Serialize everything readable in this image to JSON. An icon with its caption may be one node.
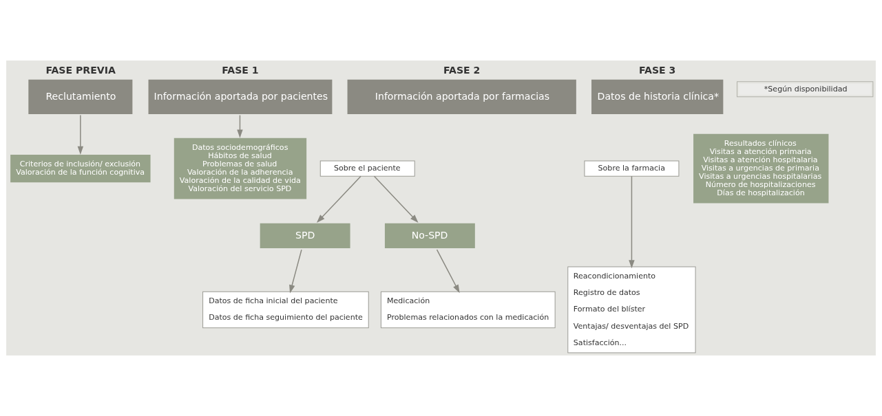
{
  "diagram": {
    "nodes": [
      {
        "text": [
          "FASE PREVIA",
          "Reclutamiento"
        ]
      },
      {
        "text": [
          "Criterios de inclusión/ exclusión",
          "Valoración de la función cognitiva"
        ]
      },
      {
        "text": [
          "FASE 1",
          "Información aportada por pacientes"
        ]
      },
      {
        "text": [
          "Datos sociodemográficos",
          "Hábitos de salud",
          "Problemas de salud",
          "Valoración de la adherencia",
          "Valoración de la calidad de vida",
          "Valoración del servicio SPD"
        ]
      },
      {
        "text": [
          "FASE 2",
          "Información aportada por farmacias"
        ]
      },
      {
        "text": [
          "Sobre el paciente"
        ]
      },
      {
        "text": [
          "Sobre la farmacia"
        ]
      },
      {
        "text": [
          "SPD"
        ]
      },
      {
        "text": [
          "No-SPD"
        ]
      },
      {
        "text": [
          "Datos de ficha inicial del paciente",
          "Datos de ficha seguimiento del paciente"
        ]
      },
      {
        "text": [
          "Medicación",
          "Problemas relacionados con la medicación"
        ]
      },
      {
        "text": [
          "Reacondicionamiento",
          "Registro de datos",
          "Formato del blíster",
          "Ventajas/ desventajas del SPD",
          "Satisfacción..."
        ]
      },
      {
        "text": [
          "FASE 3",
          "Datos de historia clínica*"
        ]
      },
      {
        "text": [
          "Resultados clínicos",
          "Visitas a atención primaria",
          "Visitas a atención hospitalaria",
          "Visitas a urgencias de primaria",
          "Visitas a urgencias hospitalarias",
          "Número de hospitalizaciones",
          "Días de hospitalización"
        ]
      },
      {
        "text": [
          "*Según disponibilidad"
        ]
      }
    ],
    "edges": [
      {
        "from": 0,
        "to": 1,
        "arrow": "to"
      },
      {
        "from": 2,
        "to": 3,
        "arrow": "to"
      },
      {
        "from": 5,
        "to": 7,
        "arrow": "to"
      },
      {
        "from": 5,
        "to": 8,
        "arrow": "to"
      },
      {
        "from": 7,
        "to": 9,
        "arrow": "to"
      },
      {
        "from": 8,
        "to": 10,
        "arrow": "to"
      },
      {
        "from": 6,
        "to": 11,
        "arrow": "to"
      }
    ]
  }
}
